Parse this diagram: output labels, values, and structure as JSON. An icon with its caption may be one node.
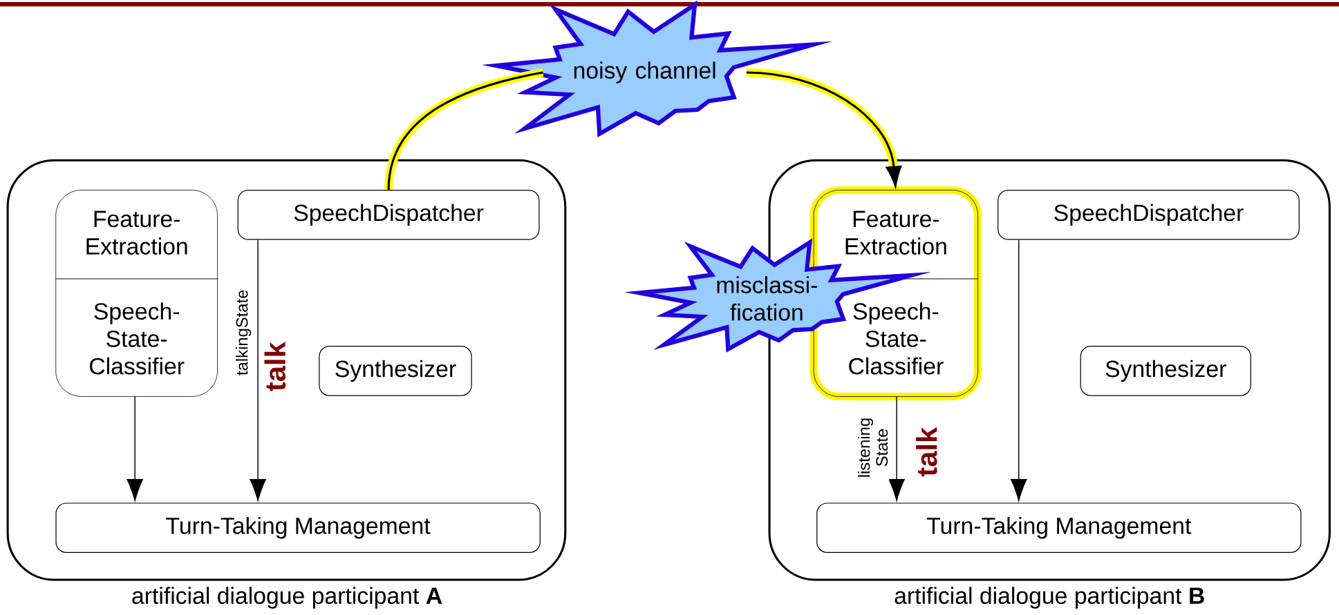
{
  "diagram": {
    "nodes": [
      {
        "text": [
          "noisy channel"
        ]
      },
      {
        "text": [
          "artificial dialogue participant **A**"
        ]
      },
      {
        "text": [
          "Feature- Extraction",
          "Speech- State- Classifier"
        ],
        "in": 1
      },
      {
        "text": [
          "SpeechDispatcher"
        ],
        "in": 1
      },
      {
        "text": [
          "Synthesizer"
        ],
        "in": 1
      },
      {
        "text": [
          "Turn-Taking Management"
        ],
        "in": 1
      },
      {
        "text": [
          "artificial dialogue participant **B**"
        ]
      },
      {
        "text": [
          "Feature- Extraction",
          "Speech- State- Classifier"
        ],
        "in": 6
      },
      {
        "text": [
          "misclassi- fication"
        ]
      },
      {
        "text": [
          "SpeechDispatcher"
        ],
        "in": 6
      },
      {
        "text": [
          "Synthesizer"
        ],
        "in": 6
      },
      {
        "text": [
          "Turn-Taking Management"
        ],
        "in": 6
      }
    ],
    "edges": [
      {
        "from": 2,
        "to": 5,
        "arrow": "to"
      },
      {
        "from": 3,
        "to": 5,
        "arrow": "to",
        "label": "talkingState"
      },
      {
        "from": 7,
        "to": 11,
        "arrow": "to",
        "label": "listening State"
      },
      {
        "from": 9,
        "to": 11,
        "arrow": "to"
      },
      {
        "from": 3,
        "to": 0,
        "arrow": "none",
        "style": "thick",
        "color": "#ffff00"
      },
      {
        "from": 0,
        "to": 7,
        "arrow": "to",
        "style": "thick",
        "color": "#ffff00"
      }
    ],
    "labels": [
      "talk",
      "talk"
    ]
  }
}
